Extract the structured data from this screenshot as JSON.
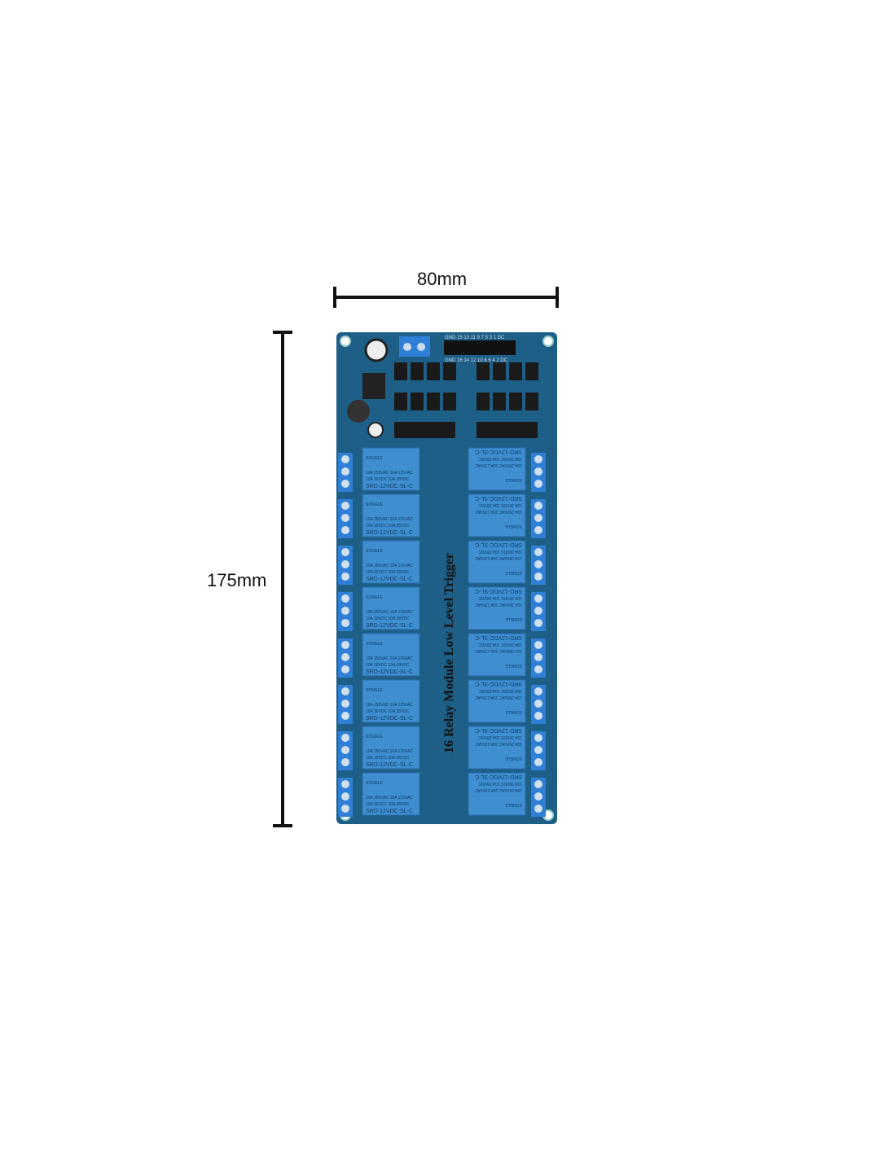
{
  "dimensions": {
    "width_label": "80mm",
    "height_label": "175mm"
  },
  "board": {
    "title": "16 Relay Module Low Level Trigger",
    "relay_count": 16,
    "relay": {
      "brand": "SONGLE",
      "rating_line1": "10A 250VAC 10A 125VAC",
      "rating_line2": "10A 30VDC 10A 28VDC",
      "model": "SRD-12VDC-SL-C"
    },
    "header_pins_top": "GND 15 13 11 9 7 5 3 1 DC",
    "header_pins_bottom": "GND 16 14 12 10 8 6 4 2 DC",
    "colors": {
      "pcb": "#1d5f86",
      "relay": "#3f8fd0",
      "terminal": "#2f7fd6",
      "dark": "#1a1a1a"
    }
  }
}
